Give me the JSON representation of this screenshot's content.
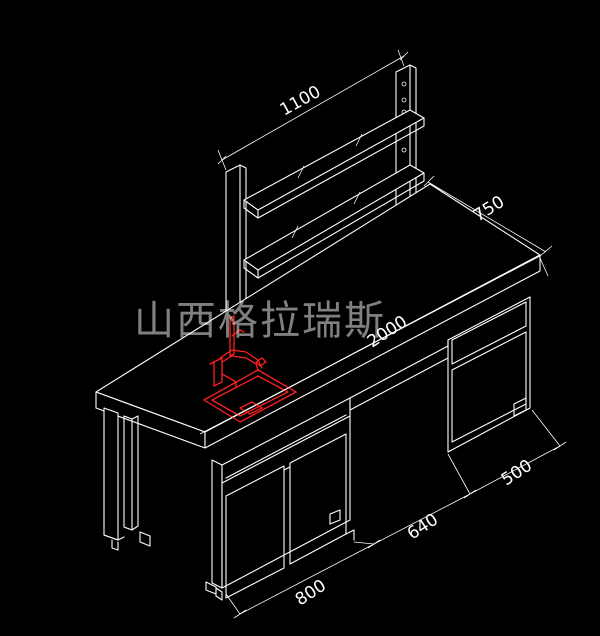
{
  "dimensions": {
    "shelf_width": "1100",
    "bench_depth": "750",
    "bench_length": "2000",
    "left_cabinet_width": "800",
    "knee_space_width": "640",
    "right_cabinet_width": "500"
  },
  "watermark": "山西格拉瑞斯",
  "colors": {
    "background": "#000000",
    "lines": "#ffffff",
    "sink": "#ff2020"
  }
}
